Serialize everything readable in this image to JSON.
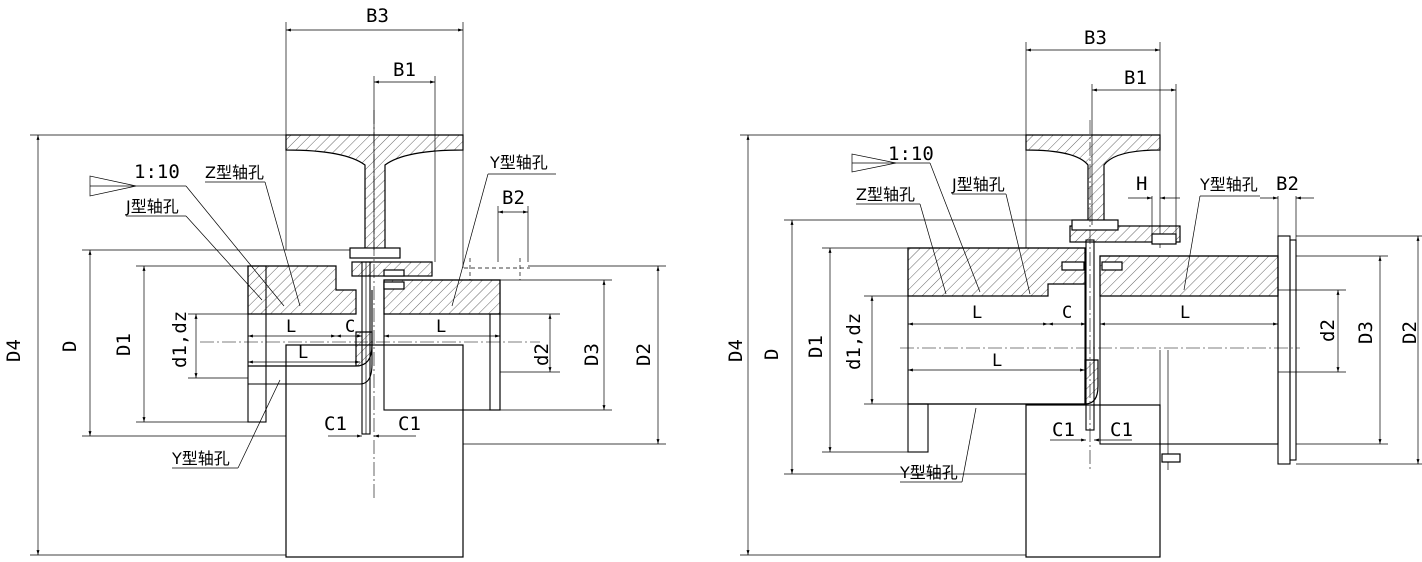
{
  "left": {
    "dims": {
      "B3": "B3",
      "B1": "B1",
      "B2": "B2",
      "D4": "D4",
      "D": "D",
      "D1": "D1",
      "d1dz": "d1,dz",
      "d2": "d2",
      "D3": "D3",
      "D2": "D2",
      "L_upper_left": "L",
      "L_lower": "L",
      "L_upper_right": "L",
      "C": "C",
      "C1_left": "C1",
      "C1_right": "C1"
    },
    "taper": "1:10",
    "callouts": {
      "z_bore": "Z型轴孔",
      "j_bore": "J型轴孔",
      "y_bore_top": "Y型轴孔",
      "y_bore_bottom": "Y型轴孔"
    }
  },
  "right": {
    "dims": {
      "B3": "B3",
      "B1": "B1",
      "B2": "B2",
      "H": "H",
      "D4": "D4",
      "D": "D",
      "D1": "D1",
      "d1dz": "d1,dz",
      "d2": "d2",
      "D3": "D3",
      "D2": "D2",
      "L_upper_left": "L",
      "L_lower": "L",
      "L_upper_right": "L",
      "C": "C",
      "C1_left": "C1",
      "C1_right": "C1"
    },
    "taper": "1:10",
    "callouts": {
      "z_bore": "Z型轴孔",
      "j_bore": "J型轴孔",
      "y_bore_top": "Y型轴孔",
      "y_bore_bottom": "Y型轴孔"
    }
  }
}
